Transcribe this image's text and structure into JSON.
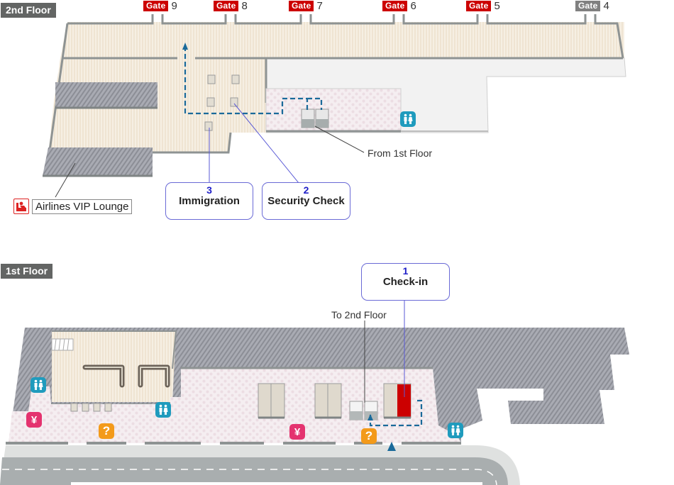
{
  "floors": {
    "second": {
      "label": "2nd Floor"
    },
    "first": {
      "label": "1st Floor"
    }
  },
  "gates": [
    {
      "label": "Gate",
      "number": "9",
      "color": "#cc0000"
    },
    {
      "label": "Gate",
      "number": "8",
      "color": "#cc0000"
    },
    {
      "label": "Gate",
      "number": "7",
      "color": "#cc0000"
    },
    {
      "label": "Gate",
      "number": "6",
      "color": "#cc0000"
    },
    {
      "label": "Gate",
      "number": "5",
      "color": "#cc0000"
    },
    {
      "label": "Gate",
      "number": "4",
      "color": "#808080"
    }
  ],
  "callouts": {
    "checkin": {
      "step": "1",
      "title": "Check-in"
    },
    "security": {
      "step": "2",
      "title": "Security Check"
    },
    "immigration": {
      "step": "3",
      "title": "Immigration"
    }
  },
  "labels": {
    "from_first": "From 1st Floor",
    "to_second": "To 2nd Floor",
    "vip_lounge": "Airlines VIP Lounge"
  },
  "icons": {
    "restroom": "restroom-icon",
    "currency": "¥",
    "info": "?",
    "lounge": "lounge-icon"
  },
  "colors": {
    "route": "#1a6a9a",
    "callout_line": "#5a5ad6",
    "checkin_highlight": "#cc0000",
    "restroom": "#1f9bbd",
    "currency": "#e4336f",
    "info": "#f39a1a"
  }
}
